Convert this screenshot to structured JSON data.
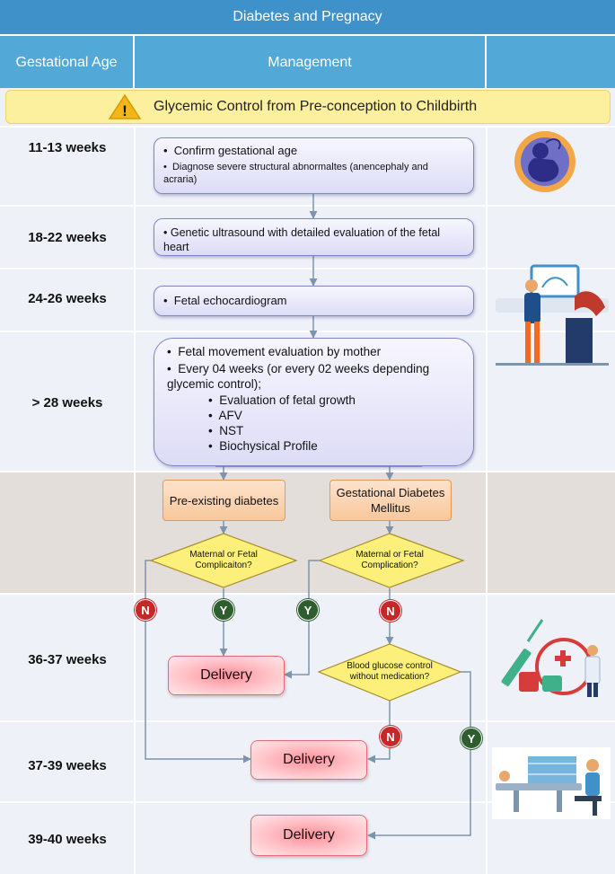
{
  "title": "Diabetes and Pregnacy",
  "headers": {
    "gestational_age": "Gestational Age",
    "management": "Management"
  },
  "banner": {
    "text": "Glycemic Control from Pre-conception to Childbirth",
    "icon": "warning-icon",
    "icon_glyph": "!"
  },
  "rows": [
    {
      "week": "11-13 weeks"
    },
    {
      "week": "18-22 weeks"
    },
    {
      "week": "24-26 weeks"
    },
    {
      "week": "> 28 weeks"
    },
    {
      "week": ""
    },
    {
      "week": "36-37 weeks"
    },
    {
      "week": "37-39 weeks"
    },
    {
      "week": "39-40 weeks"
    }
  ],
  "boxes": {
    "b1": {
      "line1": "Confirm gestational age",
      "line2": "Diagnose severe structural abnormaltes (anencephaly and acraria)"
    },
    "b2": {
      "line1": "Genetic ultrasound with detailed evaluation of the fetal heart"
    },
    "b3": {
      "line1": "Fetal echocardiogram"
    },
    "b4": {
      "line1": "Fetal movement evaluation by mother",
      "line2": "Every 04 weeks (or every 02 weeks depending glycemic control);",
      "sub": [
        "Evaluation of fetal growth",
        "AFV",
        "NST",
        "Biochysical Profile"
      ]
    }
  },
  "branches": {
    "pre_existing": "Pre-existing diabetes",
    "gdm": "Gestational Diabetes Mellitus"
  },
  "decisions": {
    "d1": "Maternal or Fetal Complicaiton?",
    "d2": "Maternal or Fetal Complication?",
    "d3": "Blood glucose control without medication?"
  },
  "labels": {
    "no": "N",
    "yes": "Y"
  },
  "delivery": {
    "d1": "Delivery",
    "d2": "Delivery",
    "d3": "Delivery"
  },
  "colors": {
    "title_bar": "#3f92c9",
    "header": "#52a8d6",
    "banner": "#fcef9e",
    "box_border": "#7f86c6",
    "branch_fill": "#f9c79b",
    "decision_fill": "#fcf07a",
    "delivery_fill": "#ff8f9a",
    "no_badge": "#c62828",
    "yes_badge": "#2e5e2e",
    "arrow": "#7d94ad",
    "branch_row_bg": "#e4dedb"
  },
  "illustrations": [
    "fetus-icon",
    "ultrasound-exam-illustration",
    "injection-clinic-illustration",
    "delivery-bed-illustration"
  ]
}
